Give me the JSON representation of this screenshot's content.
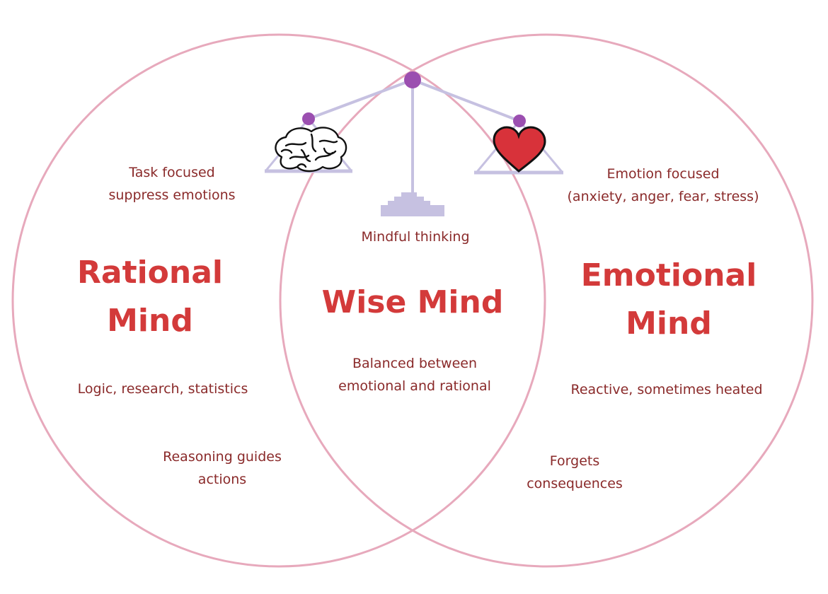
{
  "diagram": {
    "colors": {
      "circle_stroke": "#e7a9bc",
      "title_text": "#d33a3a",
      "body_text": "#8a2a2a",
      "scale_beam": "#c6c1e1",
      "scale_pivot": "#9b4fb0",
      "heart_fill": "#d8323a"
    },
    "icons": {
      "left_pan": "brain-icon",
      "right_pan": "heart-icon"
    },
    "rational": {
      "title_line1": "Rational",
      "title_line2": "Mind",
      "top_note_line1": "Task focused",
      "top_note_line2": "suppress emotions",
      "middle_note": "Logic, research, statistics",
      "bottom_note_line1": "Reasoning guides",
      "bottom_note_line2": "actions"
    },
    "wise": {
      "title": "Wise Mind",
      "top_note": "Mindful thinking",
      "bottom_note_line1": "Balanced between",
      "bottom_note_line2": "emotional and rational"
    },
    "emotional": {
      "title_line1": "Emotional",
      "title_line2": "Mind",
      "top_note_line1": "Emotion focused",
      "top_note_line2": "(anxiety, anger, fear, stress)",
      "middle_note": "Reactive, sometimes heated",
      "bottom_note_line1": "Forgets",
      "bottom_note_line2": "consequences"
    }
  }
}
